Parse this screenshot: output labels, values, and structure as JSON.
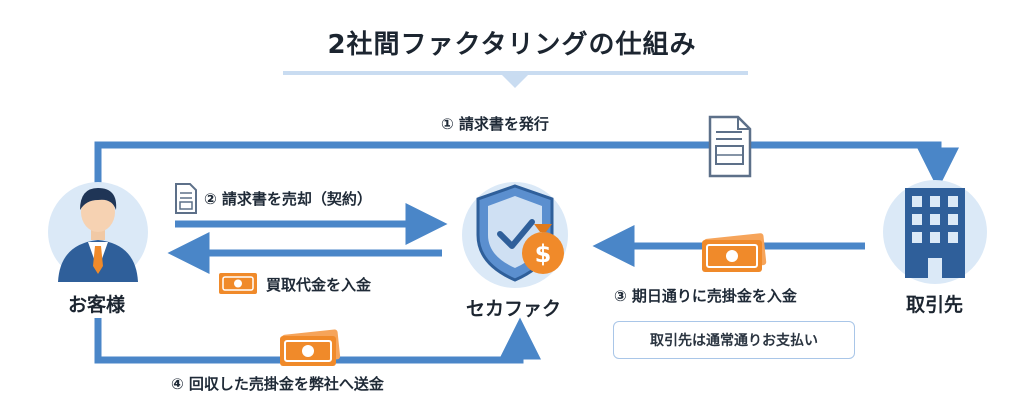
{
  "title": "2社間ファクタリングの仕組み",
  "nodes": {
    "customer": "お客様",
    "company": "セカファク",
    "client": "取引先"
  },
  "steps": {
    "step1": "① 請求書を発行",
    "step2": "② 請求書を売却（契約）",
    "payment": "買取代金を入金",
    "step3": "③ 期日通りに売掛金を入金",
    "step3_note": "取引先は通常通りお支払い",
    "step4": "④ 回収した売掛金を弊社へ送金"
  },
  "colors": {
    "arrow": "#4a86c8",
    "money": "#f08a2a",
    "circle": "#dbe9f7"
  }
}
